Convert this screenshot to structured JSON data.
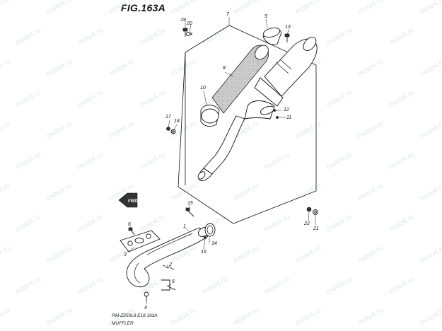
{
  "figure": {
    "title": "FIG.163A",
    "model_line": "RM-Z250L8  E18  163A",
    "caption": "MUFFLER"
  },
  "arrow_label": "FWD",
  "watermark_text": "moto4.ru",
  "callouts": [
    {
      "id": "c1",
      "text": "1"
    },
    {
      "id": "c2",
      "text": "2"
    },
    {
      "id": "c3",
      "text": "3"
    },
    {
      "id": "c4",
      "text": "4"
    },
    {
      "id": "c5",
      "text": "5"
    },
    {
      "id": "c6",
      "text": "6"
    },
    {
      "id": "c7",
      "text": "7"
    },
    {
      "id": "c8",
      "text": "8"
    },
    {
      "id": "c9",
      "text": "9"
    },
    {
      "id": "c10",
      "text": "10"
    },
    {
      "id": "c11",
      "text": "11"
    },
    {
      "id": "c12",
      "text": "12"
    },
    {
      "id": "c13",
      "text": "13"
    },
    {
      "id": "c14",
      "text": "14"
    },
    {
      "id": "c15",
      "text": "15"
    },
    {
      "id": "c16",
      "text": "16"
    },
    {
      "id": "c17",
      "text": "17"
    },
    {
      "id": "c18",
      "text": "18"
    },
    {
      "id": "c19",
      "text": "19"
    },
    {
      "id": "c20",
      "text": "20"
    },
    {
      "id": "c21",
      "text": "21"
    },
    {
      "id": "c22",
      "text": "22"
    }
  ]
}
